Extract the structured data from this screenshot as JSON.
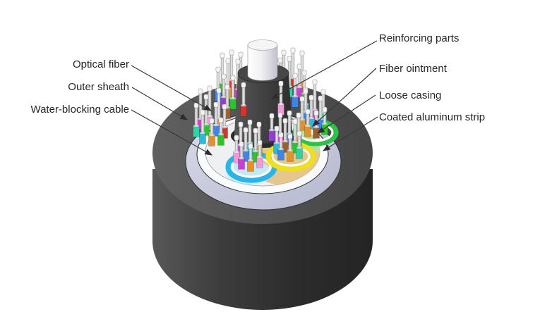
{
  "figure": {
    "type": "cutaway-diagram",
    "subject": "Loose tube optical fiber cable cross-section",
    "background_color": "#ffffff"
  },
  "labels": {
    "left": [
      {
        "id": "optical-fiber",
        "text": "Optical fiber"
      },
      {
        "id": "outer-sheath",
        "text": "Outer sheath"
      },
      {
        "id": "water-blocking-cable",
        "text": "Water-blocking cable"
      }
    ],
    "right": [
      {
        "id": "reinforcing-parts",
        "text": "Reinforcing parts"
      },
      {
        "id": "fiber-ointment",
        "text": "Fiber ointment"
      },
      {
        "id": "loose-casing",
        "text": "Loose casing"
      },
      {
        "id": "coated-aluminum-strip",
        "text": "Coated aluminum strip"
      }
    ]
  },
  "colors": {
    "sheath_body": "#2e2e2e",
    "sheath_face": "#4f4f4f",
    "water_blocking_band": "#c9ccde",
    "aluminum_strip": "#fafbfd",
    "fiber_ointment_fill": "#e5c78e",
    "loose_tube_fill_green": "#b5e2a2",
    "loose_tube_fill_cyan": "#c3e9f5",
    "reinforcing_core_dark": "#474747",
    "reinforcing_core_light": "#f5f5f5",
    "loose_casing_rings": [
      "#2ab5e8",
      "#eee01e",
      "#2cc446"
    ],
    "tube_palette": [
      "#cf3ed2",
      "#2fc22f",
      "#e2922b",
      "#3b86e8",
      "#d93030",
      "#2fb9d9",
      "#f09cd8",
      "#9a6030",
      "#2fd1a5",
      "#9040d0"
    ],
    "fiber_rod": "#c8c8c8",
    "fiber_tip": "#f3f3f3",
    "label_text": "#262626",
    "leader_line": "#3a3a3a"
  }
}
